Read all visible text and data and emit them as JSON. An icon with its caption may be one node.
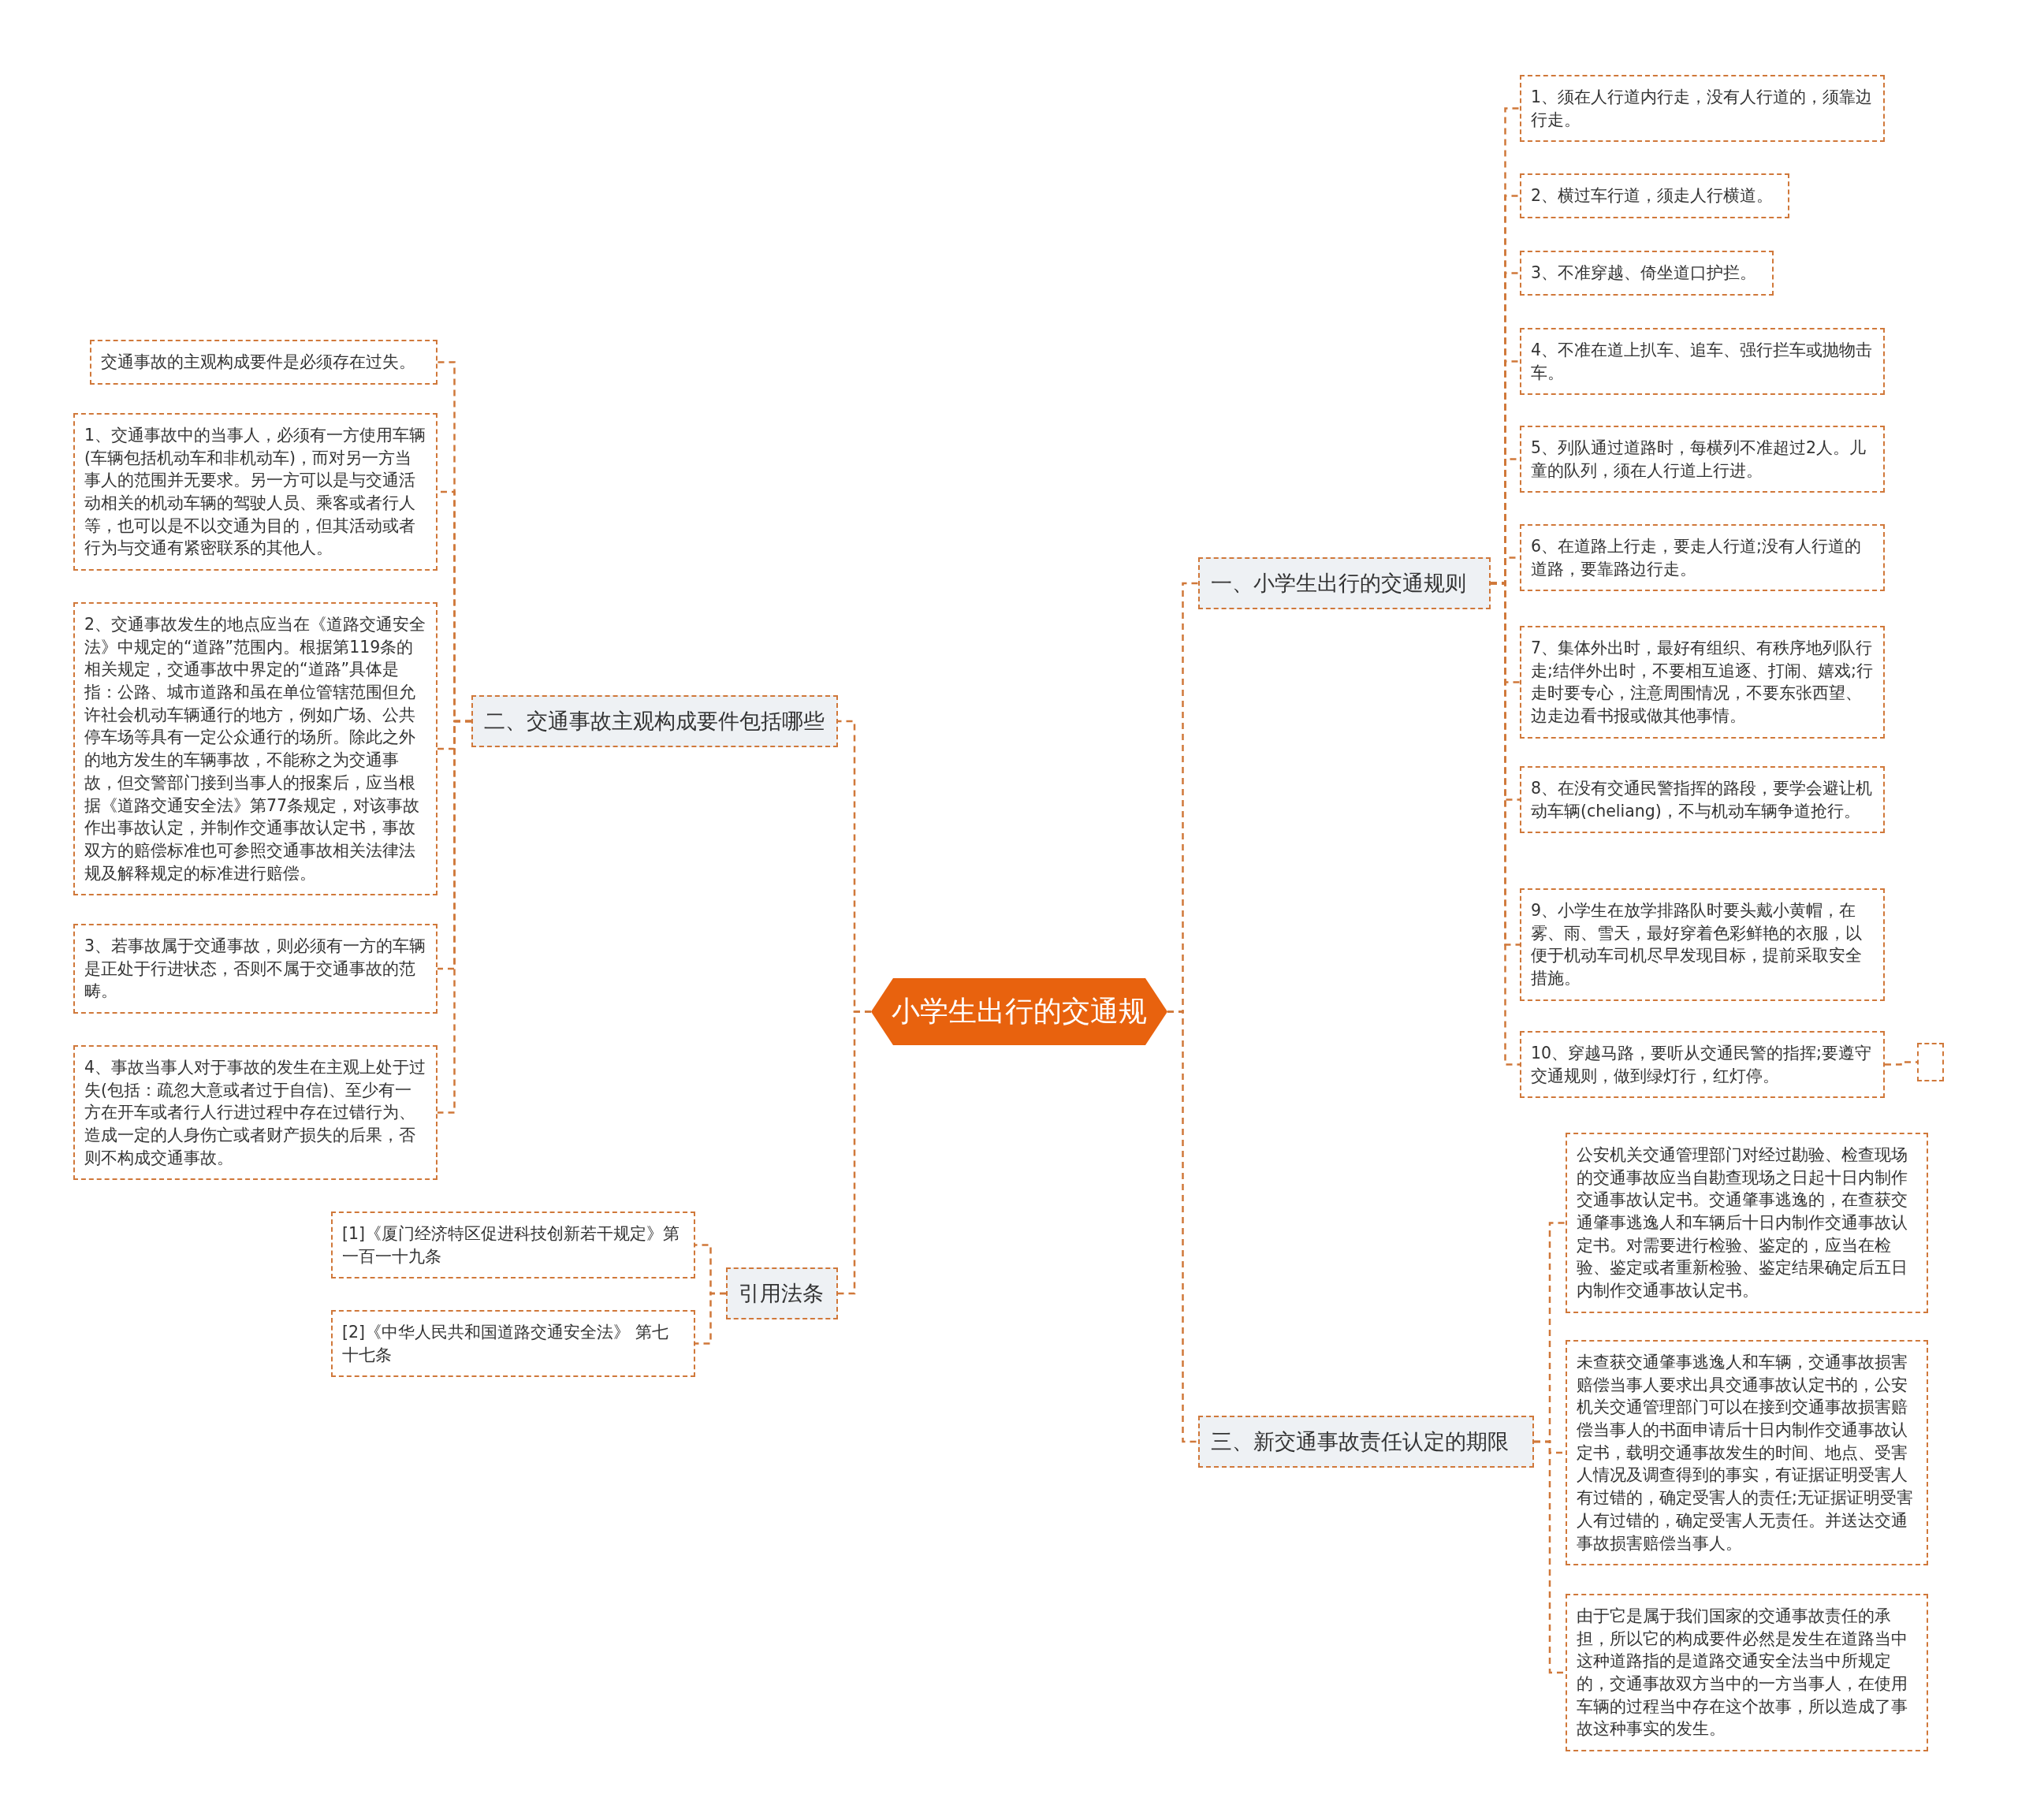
{
  "diagram": {
    "nodes": [
      {
        "text": [
          "小学生出行的交通规"
        ]
      },
      {
        "text": [
          "一、小学生出行的交通规则"
        ]
      },
      {
        "text": [
          "1、须在人行道内行走，没有人行道的，须靠边行走。"
        ]
      },
      {
        "text": [
          "2、横过车行道，须走人行横道。"
        ]
      },
      {
        "text": [
          "3、不准穿越、倚坐道口护拦。"
        ]
      },
      {
        "text": [
          "4、不准在道上扒车、追车、强行拦车或抛物击车。"
        ]
      },
      {
        "text": [
          "5、列队通过道路时，每横列不准超过2人。儿童的队列，须在人行道上行进。"
        ]
      },
      {
        "text": [
          "6、在道路上行走，要走人行道;没有人行道的道路，要靠路边行走。"
        ]
      },
      {
        "text": [
          "7、集体外出时，最好有组织、有秩序地列队行走;结伴外出时，不要相互追逐、打闹、嬉戏;行走时要专心，注意周围情况，不要东张西望、边走边看书报或做其他事情。"
        ]
      },
      {
        "text": [
          "8、在没有交通民警指挥的路段，要学会避让机动车辆(cheliang)，不与机动车辆争道抢行。"
        ]
      },
      {
        "text": [
          "9、小学生在放学排路队时要头戴小黄帽，在雾、雨、雪天，最好穿着色彩鲜艳的衣服，以便于机动车司机尽早发现目标，提前采取安全措施。"
        ]
      },
      {
        "text": [
          "10、穿越马路，要听从交通民警的指挥;要遵守交通规则，做到绿灯行，红灯停。"
        ]
      },
      {
        "text": [],
        "shape": "box"
      },
      {
        "text": [
          "二、交通事故主观构成要件包括哪些"
        ]
      },
      {
        "text": [
          "交通事故的主观构成要件是必须存在过失。"
        ]
      },
      {
        "text": [
          "1、交通事故中的当事人，必须有一方使用车辆(车辆包括机动车和非机动车)，而对另一方当事人的范围并无要求。另一方可以是与交通活动相关的机动车辆的驾驶人员、乘客或者行人等，也可以是不以交通为目的，但其活动或者行为与交通有紧密联系的其他人。"
        ]
      },
      {
        "text": [
          "2、交通事故发生的地点应当在《道路交通安全法》中规定的“道路”范围内。根据第119条的相关规定，交通事故中界定的“道路”具体是指：公路、城市道路和虽在单位管辖范围但允许社会机动车辆通行的地方，例如广场、公共停车场等具有一定公众通行的场所。除此之外的地方发生的车辆事故，不能称之为交通事故，但交警部门接到当事人的报案后，应当根据《道路交通安全法》第77条规定，对该事故作出事故认定，并制作交通事故认定书，事故双方的赔偿标准也可参照交通事故相关法律法规及解释规定的标准进行赔偿。"
        ]
      },
      {
        "text": [
          "3、若事故属于交通事故，则必须有一方的车辆是正处于行进状态，否则不属于交通事故的范畴。"
        ]
      },
      {
        "text": [
          "4、事故当事人对于事故的发生在主观上处于过失(包括：疏忽大意或者过于自信)、至少有一方在开车或者行人行进过程中存在过错行为、造成一定的人身伤亡或者财产损失的后果，否则不构成交通事故。"
        ]
      },
      {
        "text": [
          "引用法条"
        ]
      },
      {
        "text": [
          "[1]《厦门经济特区促进科技创新若干规定》第一百一十九条"
        ]
      },
      {
        "text": [
          "[2]《中华人民共和国道路交通安全法》 第七十七条"
        ]
      },
      {
        "text": [
          "三、新交通事故责任认定的期限"
        ]
      },
      {
        "text": [
          "公安机关交通管理部门对经过勘验、检查现场的交通事故应当自勘查现场之日起十日内制作交通事故认定书。交通肇事逃逸的，在查获交通肇事逃逸人和车辆后十日内制作交通事故认定书。对需要进行检验、鉴定的，应当在检验、鉴定或者重新检验、鉴定结果确定后五日内制作交通事故认定书。"
        ]
      },
      {
        "text": [
          "未查获交通肇事逃逸人和车辆，交通事故损害赔偿当事人要求出具交通事故认定书的，公安机关交通管理部门可以在接到交通事故损害赔偿当事人的书面申请后十日内制作交通事故认定书，载明交通事故发生的时间、地点、受害人情况及调查得到的事实，有证据证明受害人有过错的，确定受害人的责任;无证据证明受害人有过错的，确定受害人无责任。并送达交通事故损害赔偿当事人。"
        ]
      },
      {
        "text": [
          "由于它是属于我们国家的交通事故责任的承担，所以它的构成要件必然是发生在道路当中这种道路指的是道路交通安全法当中所规定的，交通事故双方当中的一方当事人，在使用车辆的过程当中存在这个故事，所以造成了事故这种事实的发生。"
        ]
      }
    ],
    "edges": [
      {
        "from": 0,
        "to": 1,
        "arrow": "none"
      },
      {
        "from": 1,
        "to": 2,
        "arrow": "none"
      },
      {
        "from": 1,
        "to": 3,
        "arrow": "none"
      },
      {
        "from": 1,
        "to": 4,
        "arrow": "none"
      },
      {
        "from": 1,
        "to": 5,
        "arrow": "none"
      },
      {
        "from": 1,
        "to": 6,
        "arrow": "none"
      },
      {
        "from": 1,
        "to": 7,
        "arrow": "none"
      },
      {
        "from": 1,
        "to": 8,
        "arrow": "none"
      },
      {
        "from": 1,
        "to": 9,
        "arrow": "none"
      },
      {
        "from": 1,
        "to": 10,
        "arrow": "none"
      },
      {
        "from": 1,
        "to": 11,
        "arrow": "none"
      },
      {
        "from": 11,
        "to": 12,
        "arrow": "none"
      },
      {
        "from": 0,
        "to": 13,
        "arrow": "none"
      },
      {
        "from": 13,
        "to": 14,
        "arrow": "none"
      },
      {
        "from": 13,
        "to": 15,
        "arrow": "none"
      },
      {
        "from": 13,
        "to": 16,
        "arrow": "none"
      },
      {
        "from": 13,
        "to": 17,
        "arrow": "none"
      },
      {
        "from": 13,
        "to": 18,
        "arrow": "none"
      },
      {
        "from": 0,
        "to": 19,
        "arrow": "none"
      },
      {
        "from": 19,
        "to": 20,
        "arrow": "none"
      },
      {
        "from": 19,
        "to": 21,
        "arrow": "none"
      },
      {
        "from": 0,
        "to": 22,
        "arrow": "none"
      },
      {
        "from": 22,
        "to": 23,
        "arrow": "none"
      },
      {
        "from": 22,
        "to": 24,
        "arrow": "none"
      },
      {
        "from": 22,
        "to": 25,
        "arrow": "none"
      }
    ]
  }
}
